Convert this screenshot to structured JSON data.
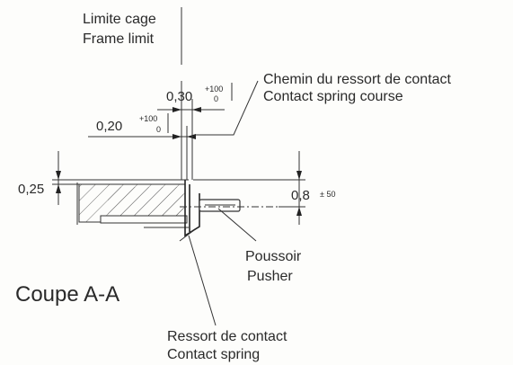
{
  "labels": {
    "frame_limit_fr": "Limite cage",
    "frame_limit_en": "Frame limit",
    "spring_course_fr": "Chemin du ressort de contact",
    "spring_course_en": "Contact spring course",
    "pusher_fr": "Poussoir",
    "pusher_en": "Pusher",
    "section_title": "Coupe A-A",
    "contact_spring_fr": "Ressort de contact",
    "contact_spring_en": "Contact spring"
  },
  "dimensions": {
    "d030": {
      "value": "0,30",
      "tol_upper": "+100",
      "tol_lower": "0"
    },
    "d020": {
      "value": "0,20",
      "tol_upper": "+100",
      "tol_lower": "0"
    },
    "d025": {
      "value": "0,25"
    },
    "d08": {
      "value": "0,8",
      "tol": "± 50"
    }
  }
}
